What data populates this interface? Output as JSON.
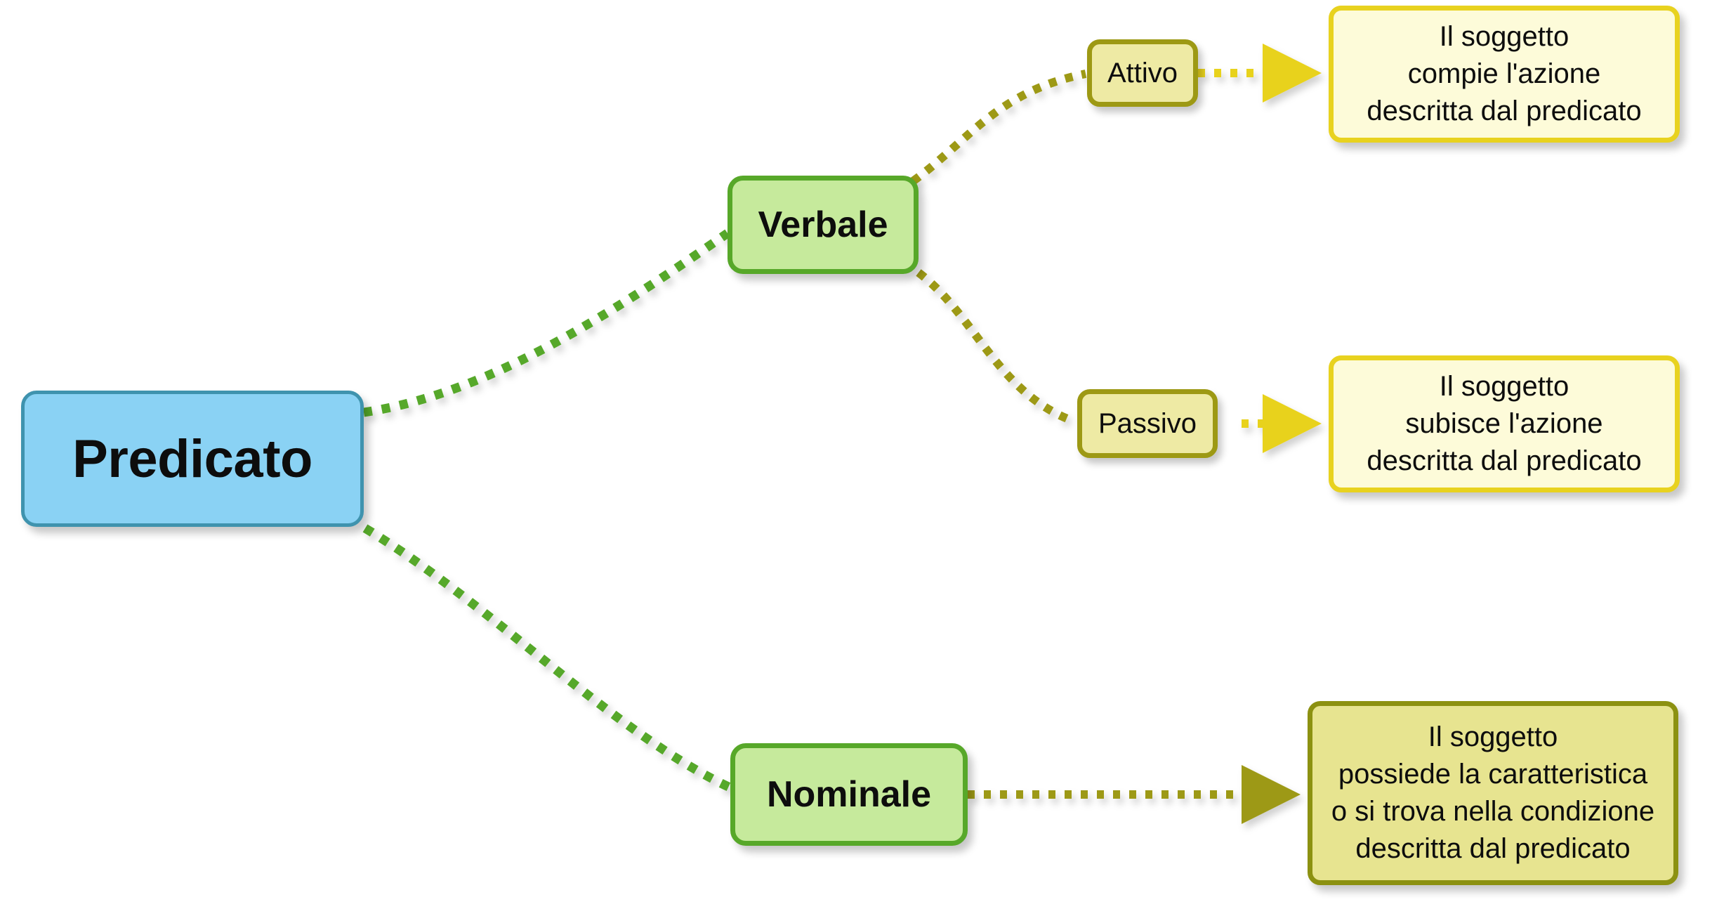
{
  "diagram": {
    "title": "Predicato",
    "type": "tree-mindmap",
    "background_color": "#ffffff",
    "colors": {
      "root_fill": "#8ad2f4",
      "root_border": "#3f93ae",
      "green_fill": "#c6ea9c",
      "green_border": "#57a829",
      "olive_fill": "#eeeaa4",
      "olive_border": "#9d9914",
      "desc_yellow_fill": "#fdfbd9",
      "desc_yellow_border": "#e8d21f",
      "desc_khaki_fill": "#e7e490",
      "desc_khaki_border": "#8c9111",
      "edge_green": "#57a829",
      "edge_olive": "#9d9914",
      "edge_yellow": "#e8d21f"
    },
    "nodes": {
      "root": {
        "label": "Predicato"
      },
      "verbale": {
        "label": "Verbale"
      },
      "nominale": {
        "label": "Nominale"
      },
      "attivo": {
        "label": "Attivo"
      },
      "passivo": {
        "label": "Passivo"
      },
      "desc_attivo": {
        "label": "Il soggetto\ncompie l'azione\ndescritta dal predicato"
      },
      "desc_passivo": {
        "label": "Il soggetto\nsubisce l'azione\ndescritta dal predicato"
      },
      "desc_nominale": {
        "label": "Il soggetto\npossiede la caratteristica\no si trova nella condizione\ndescritta dal predicato"
      }
    },
    "edges": [
      {
        "from": "root",
        "to": "verbale",
        "style": "dotted-curve",
        "color": "#57a829",
        "arrow": false
      },
      {
        "from": "root",
        "to": "nominale",
        "style": "dotted-curve",
        "color": "#57a829",
        "arrow": false
      },
      {
        "from": "verbale",
        "to": "attivo",
        "style": "dotted-curve",
        "color": "#9d9914",
        "arrow": false
      },
      {
        "from": "verbale",
        "to": "passivo",
        "style": "dotted-curve",
        "color": "#9d9914",
        "arrow": false
      },
      {
        "from": "attivo",
        "to": "desc_attivo",
        "style": "dotted-straight",
        "color": "#e8d21f",
        "arrow": true
      },
      {
        "from": "passivo",
        "to": "desc_passivo",
        "style": "dotted-straight",
        "color": "#e8d21f",
        "arrow": true
      },
      {
        "from": "nominale",
        "to": "desc_nominale",
        "style": "dotted-straight",
        "color": "#9d9914",
        "arrow": true
      }
    ]
  }
}
